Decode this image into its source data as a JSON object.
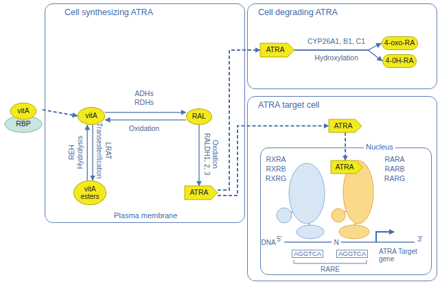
{
  "diagram": {
    "nodes": [
      {
        "text": [
          "Cell synthesizing ATRA",
          "Plasma membrane"
        ]
      },
      {
        "text": [
          "vitA",
          "RBP"
        ]
      },
      {
        "text": [
          "vitA"
        ],
        "in": 0
      },
      {
        "text": [
          "RAL"
        ],
        "in": 0
      },
      {
        "text": [
          "vitA esters"
        ],
        "in": 0
      },
      {
        "text": [
          "ATRA"
        ],
        "in": 0
      },
      {
        "text": [
          "Cell degrading ATRA"
        ]
      },
      {
        "text": [
          "ATRA"
        ],
        "in": 6
      },
      {
        "text": [
          "4-oxo-RA"
        ],
        "in": 6
      },
      {
        "text": [
          "4-0H-RA"
        ],
        "in": 6
      },
      {
        "text": [
          "ATRA target cell"
        ]
      },
      {
        "text": [
          "ATRA"
        ],
        "in": 10
      },
      {
        "text": [
          "Nucleus"
        ],
        "in": 10
      },
      {
        "text": [
          "ATRA"
        ],
        "in": 12
      }
    ],
    "edges": [
      {
        "from": 1,
        "to": 2,
        "arrow": "to"
      },
      {
        "from": 2,
        "to": 3,
        "arrow": "to"
      },
      {
        "from": 3,
        "to": 2,
        "arrow": "to"
      },
      {
        "from": 2,
        "to": 4,
        "arrow": "to"
      },
      {
        "from": 4,
        "to": 2,
        "arrow": "to"
      },
      {
        "from": 3,
        "to": 5,
        "arrow": "to"
      },
      {
        "from": 5,
        "to": 7,
        "arrow": "to"
      },
      {
        "from": 5,
        "to": 11,
        "arrow": "to"
      },
      {
        "from": 7,
        "to": 8,
        "arrow": "to"
      },
      {
        "from": 7,
        "to": 9,
        "arrow": "to"
      },
      {
        "from": 11,
        "to": 13,
        "arrow": "to"
      }
    ],
    "labels": [
      "ADHs",
      "RDHs",
      "Oxidation",
      "REH",
      "Hydrolysis",
      "Transesterification",
      "LRAT",
      "RALDH1, 2, 3",
      "Oxidation",
      "CYP26A1, B1, C1",
      "Hydroxylation",
      "RXRA",
      "RXRB",
      "RXRG",
      "RARA",
      "RARB",
      "RARG",
      "DNA",
      "5'",
      "N",
      "3'",
      "AGGTCA",
      "AGGTCA",
      "RARE",
      "ATRA Target gene"
    ]
  }
}
